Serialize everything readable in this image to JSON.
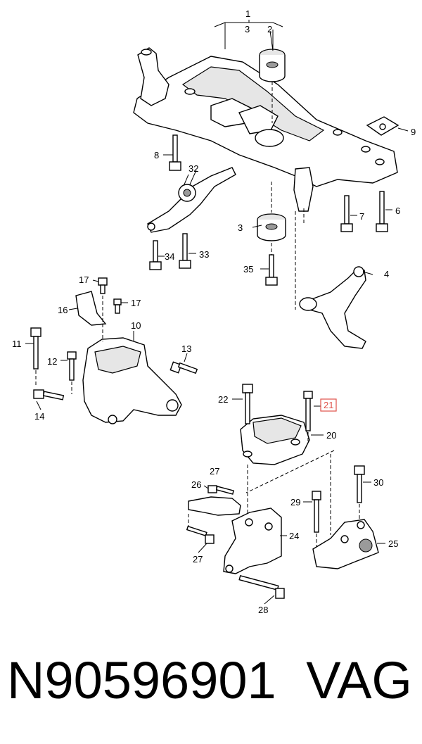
{
  "labels": {
    "l1": "1",
    "l2": "2",
    "l3a": "3",
    "l3b": "3",
    "l4": "4",
    "l6": "6",
    "l7": "7",
    "l8": "8",
    "l9": "9",
    "l10": "10",
    "l11": "11",
    "l12": "12",
    "l13": "13",
    "l14": "14",
    "l16": "16",
    "l17a": "17",
    "l17b": "17",
    "l20": "20",
    "l21": "21",
    "l22": "22",
    "l24": "24",
    "l25": "25",
    "l26": "26",
    "l27a": "27",
    "l27b": "27",
    "l28": "28",
    "l29": "29",
    "l30": "30",
    "l32": "32",
    "l33": "33",
    "l34": "34",
    "l35": "35"
  },
  "highlight_label": "21",
  "highlight_color": "#e0524a",
  "footer": {
    "part_number": "N90596901",
    "brand": "VAG"
  }
}
